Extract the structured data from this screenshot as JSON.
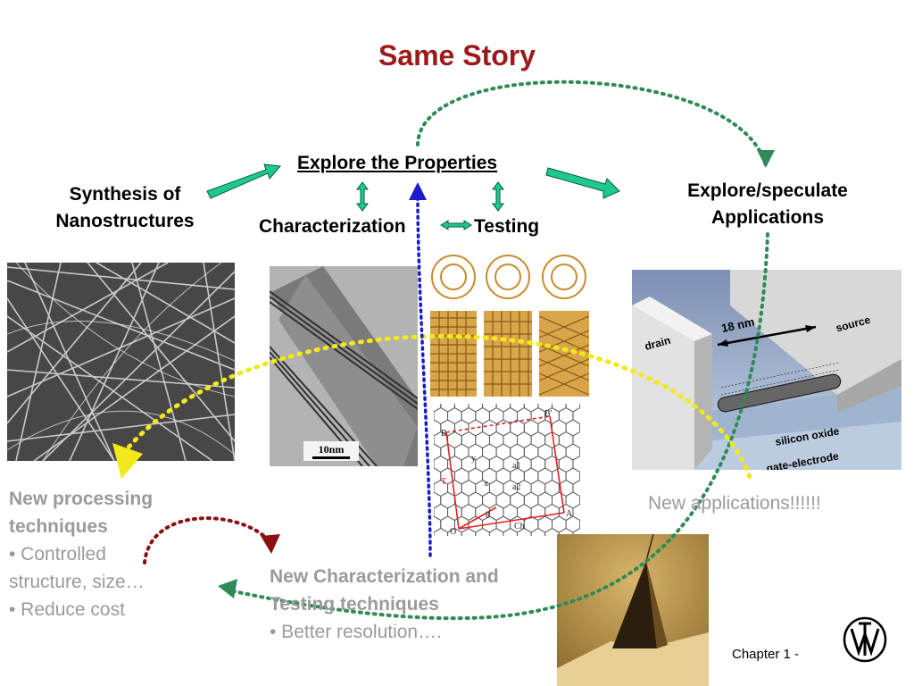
{
  "title": "Same Story",
  "nodes": {
    "explore_properties": "Explore the Properties",
    "synthesis_line1": "Synthesis of",
    "synthesis_line2": "Nanostructures",
    "characterization": "Characterization",
    "testing": "Testing",
    "applications_line1": "Explore/speculate",
    "applications_line2": "Applications"
  },
  "processing": {
    "heading_line1": "New processing",
    "heading_line2": "techniques",
    "bullets": [
      "• Controlled",
      "structure, size…",
      "• Reduce cost"
    ]
  },
  "char_testing": {
    "heading_line1": "New Characterization and",
    "heading_line2": "Testing techniques",
    "bullets": [
      "• Better resolution…."
    ]
  },
  "new_applications": "New applications!!!!!!",
  "images": {
    "tem_scale": "10nm",
    "device_channel": "18 nm",
    "device_drain": "drain",
    "device_source": "source",
    "device_oxide": "silicon oxide",
    "device_gate": "gate-electrode",
    "lattice_labels": [
      "B",
      "B'",
      "A",
      "O",
      "y",
      "x",
      "a1",
      "a2",
      "θ",
      "Ch",
      "T"
    ]
  },
  "footer": {
    "chapter": "Chapter 1 -"
  },
  "colors": {
    "title": "#9c1a1a",
    "green_arrow": "#1dc990",
    "dotted_green": "#2e8b57",
    "dotted_yellow": "#f2e81a",
    "dotted_blue": "#1a1acc",
    "dotted_red": "#8b1010",
    "grey_text": "#9a9a9a"
  },
  "icons": [
    "publisher-logo-icon"
  ]
}
